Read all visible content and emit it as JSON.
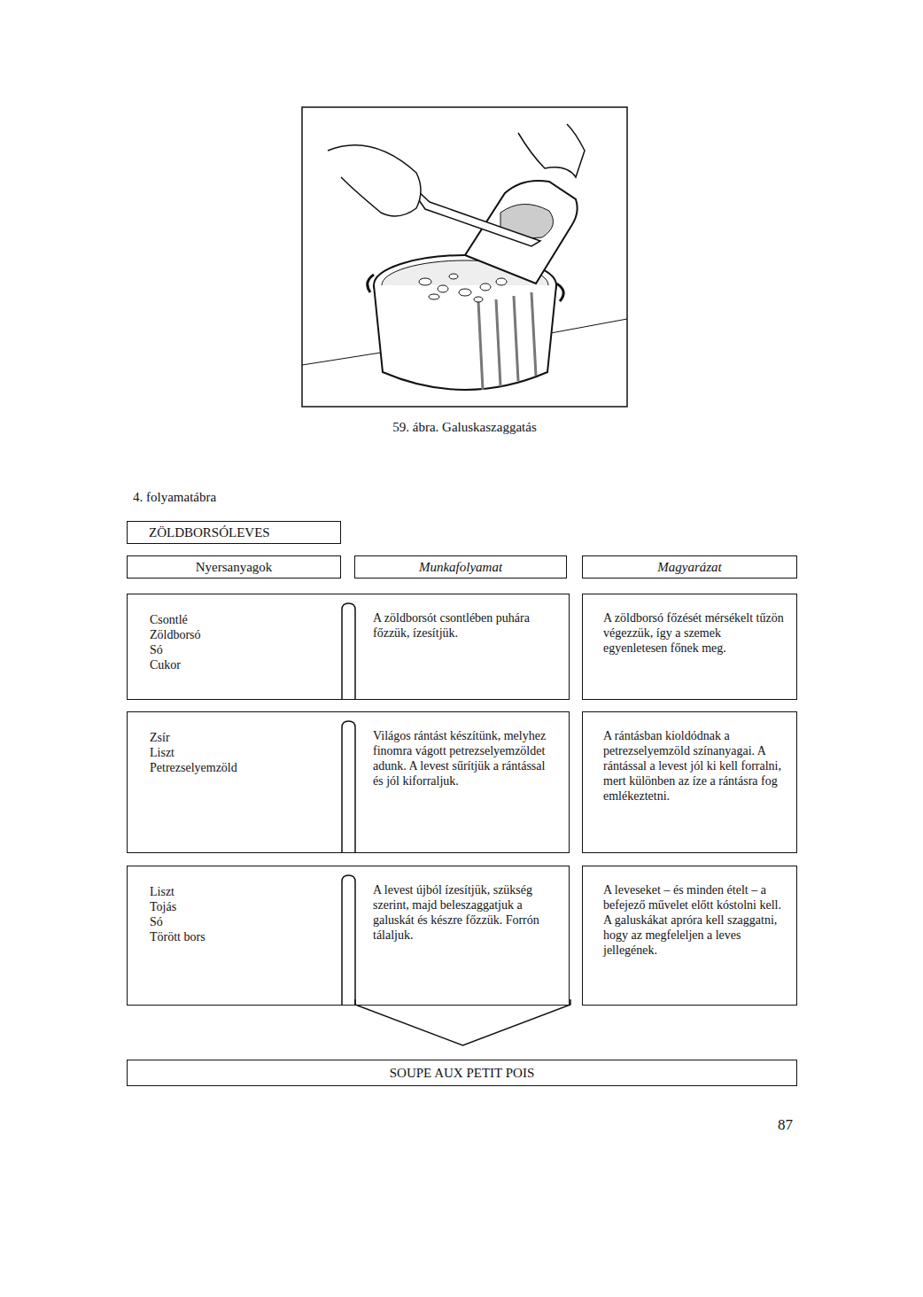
{
  "diagram": {
    "title": "4. folyamatábra",
    "caption": "59. ábra. Galuskaszaggatás",
    "nodes": [
      {
        "text": [
          "ZÖLDBORSÓLEVES"
        ]
      },
      {
        "text": [
          "Nyersanyagok"
        ]
      },
      {
        "text": [
          "Munkafolyamat"
        ]
      },
      {
        "text": [
          "Magyarázat"
        ]
      },
      {
        "text": [
          "Csontlé",
          "Zöldborsó",
          "Só",
          "Cukor"
        ]
      },
      {
        "text": [
          "A zöldborsót csontlében puhára főzzük, ízesítjük."
        ],
        "in": 4
      },
      {
        "text": [
          "A zöldborsó főzését mérsékelt tűzön végezzük, így a szemek egyenletesen főnek meg."
        ]
      },
      {
        "text": [
          "Zsír",
          "Liszt",
          "Petrezselyemzöld"
        ]
      },
      {
        "text": [
          "Világos rántást készítünk, melyhez finomra vágott petrezselyemzöldet adunk. A levest sűrítjük a rántással és jól kiforraljuk."
        ],
        "in": 7
      },
      {
        "text": [
          "A rántásban kioldódnak a petrezselyemzöld színanyagai. A rántással a levest jól ki kell forralni, mert különben az íze a rántásra fog emlékeztetni."
        ]
      },
      {
        "text": [
          "Liszt",
          "Tojás",
          "Só",
          "Törött bors"
        ]
      },
      {
        "text": [
          "A levest újból ízesítjük, szükség szerint, majd beleszaggatjuk a galuskát és készre főzzük. Forrón tálaljuk."
        ],
        "in": 10
      },
      {
        "text": [
          "A leveseket – és minden ételt – a befejező művelet előtt kóstolni kell. A galuskákat apróra kell szaggatni, hogy az megfeleljen a leves jellegének."
        ]
      },
      {
        "text": [
          "SOUPE AUX PETIT POIS"
        ]
      }
    ],
    "edges": [
      {
        "from": 11,
        "to": 13,
        "arrow": "to"
      }
    ],
    "labels": [
      "87"
    ]
  }
}
